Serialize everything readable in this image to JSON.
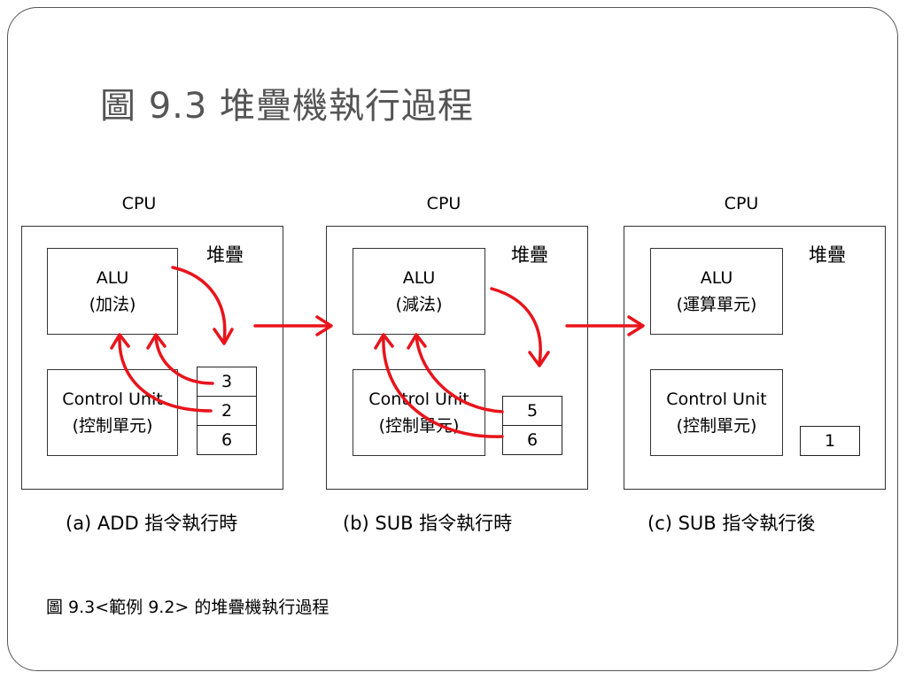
{
  "title": "圖 9.3  堆疊機執行過程",
  "accent_color": "#e8141b",
  "panels": [
    {
      "cpu_label": "CPU",
      "stack_label": "堆疊",
      "alu_line1": "ALU",
      "alu_line2": "(加法)",
      "cu_line1": "Control Unit",
      "cu_line2": "(控制單元)",
      "stack_values": [
        "3",
        "2",
        "6"
      ],
      "caption": "(a) ADD 指令執行時"
    },
    {
      "cpu_label": "CPU",
      "stack_label": "堆疊",
      "alu_line1": "ALU",
      "alu_line2": "(減法)",
      "cu_line1": "Control Unit",
      "cu_line2": "(控制單元)",
      "stack_values": [
        "5",
        "6"
      ],
      "caption": "(b) SUB 指令執行時"
    },
    {
      "cpu_label": "CPU",
      "stack_label": "堆疊",
      "alu_line1": "ALU",
      "alu_line2": "(運算單元)",
      "cu_line1": "Control Unit",
      "cu_line2": "(控制單元)",
      "stack_values": [
        "1"
      ],
      "caption": "(c) SUB 指令執行後"
    }
  ],
  "footnote": "圖 9.3<範例 9.2> 的堆疊機執行過程"
}
